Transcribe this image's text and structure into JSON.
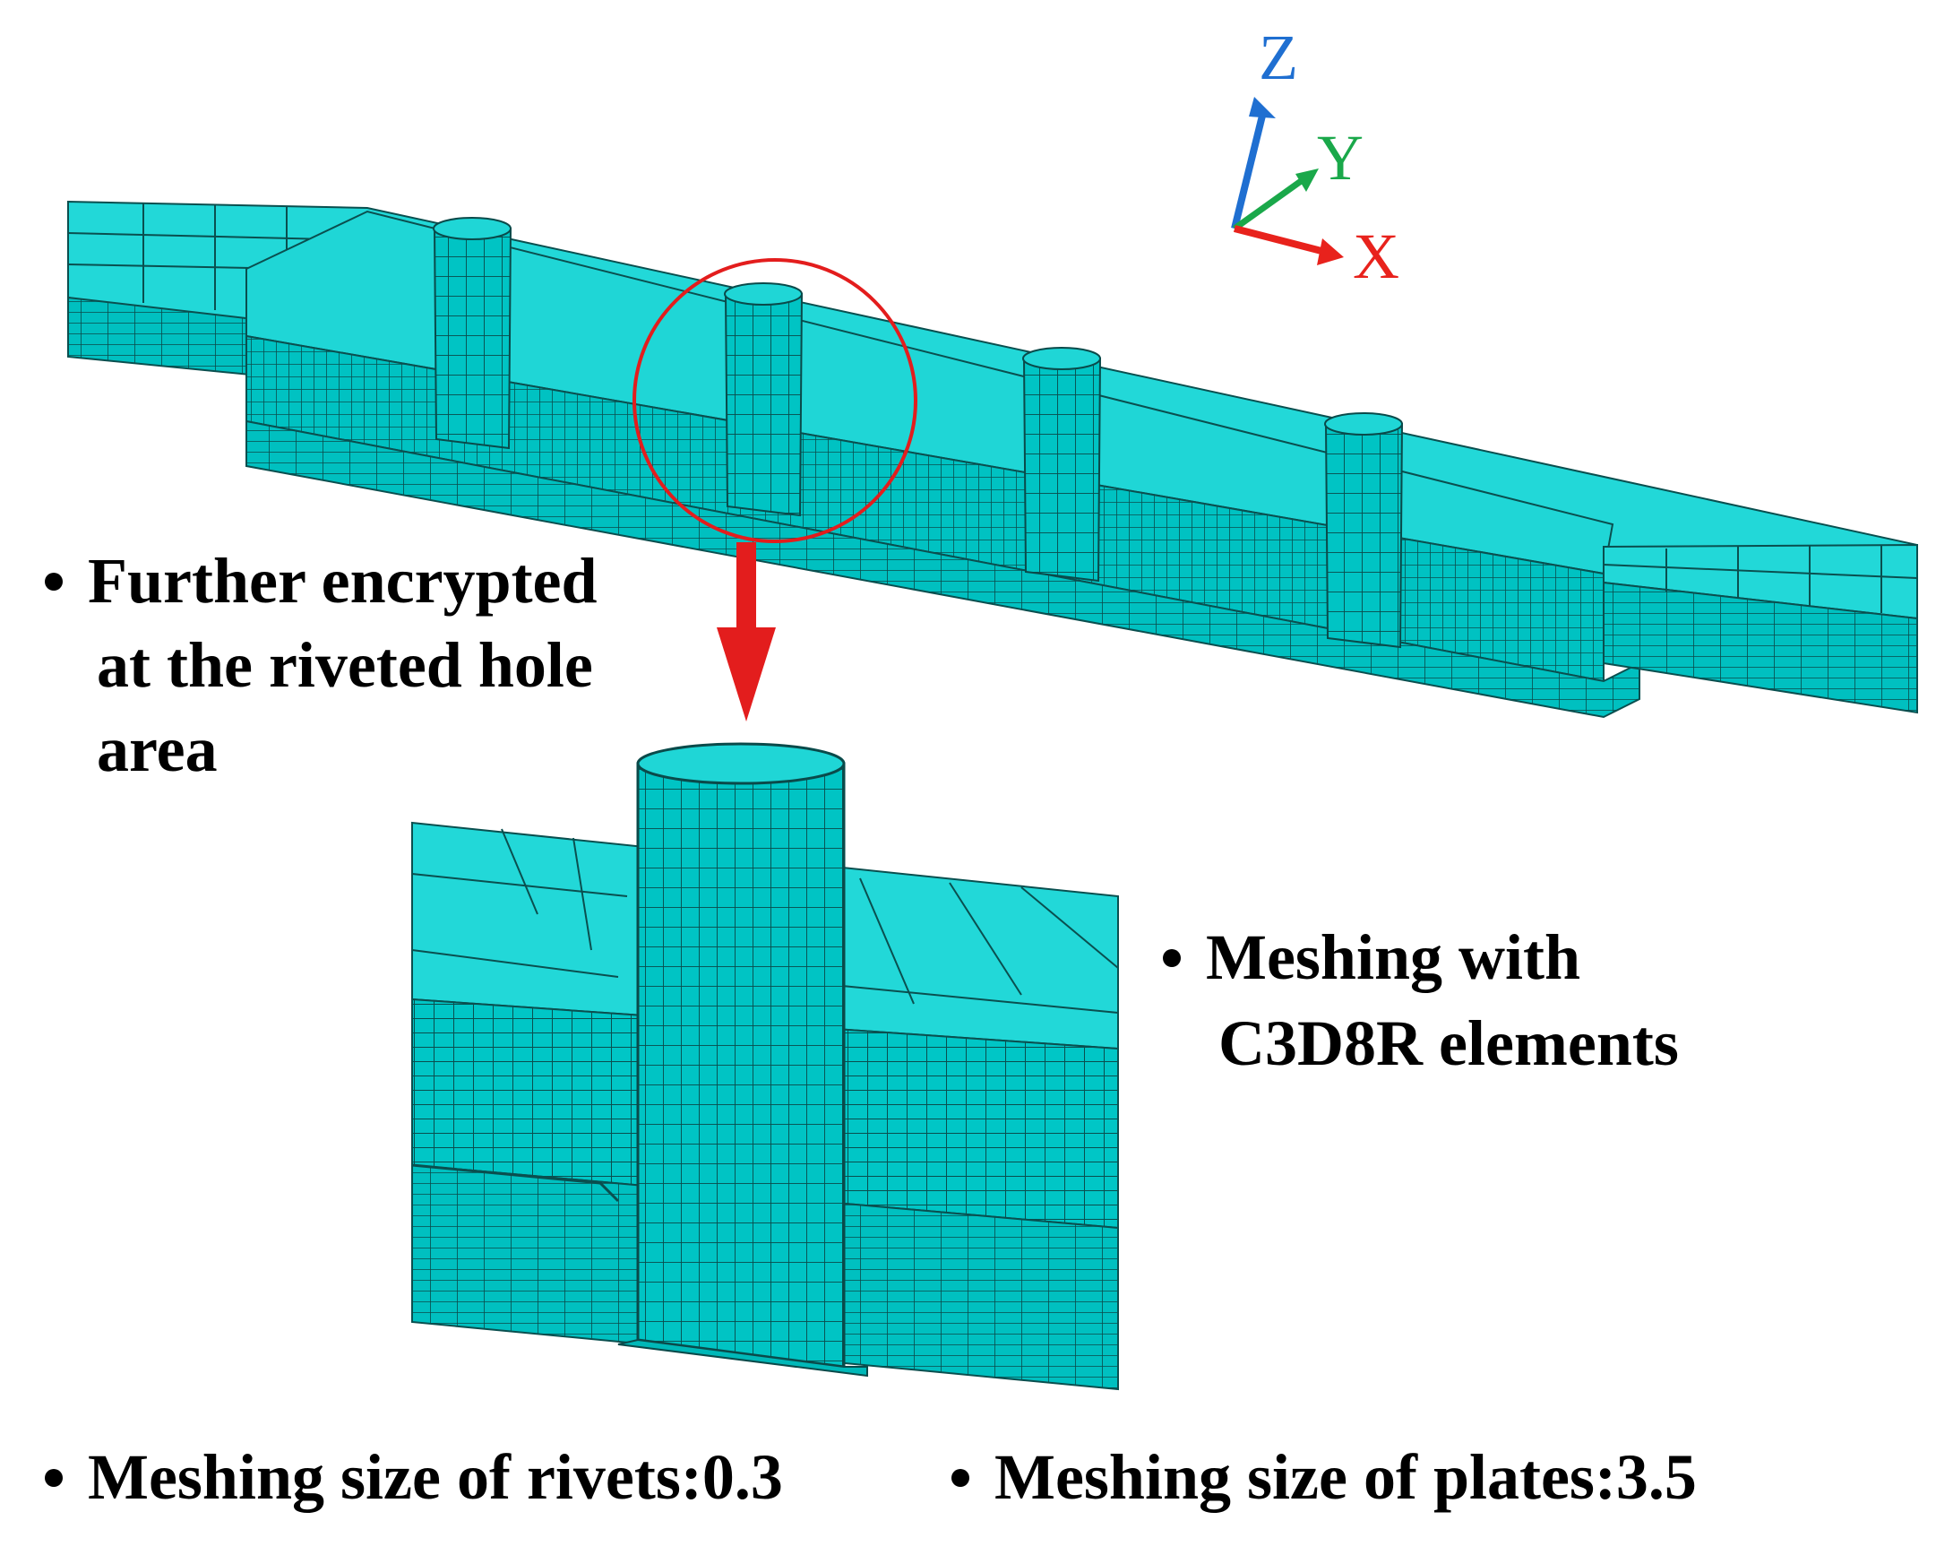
{
  "axes": {
    "z_label": "Z",
    "y_label": "Y",
    "x_label": "X",
    "z_color": "#1f6fd1",
    "y_color": "#1aa84a",
    "x_color": "#e8221c"
  },
  "annotations": {
    "encrypted_lines": [
      "Further encrypted",
      "at the riveted hole",
      "area"
    ],
    "element_lines": [
      "Meshing with",
      "C3D8R elements"
    ],
    "rivet_size": "Meshing size of rivets:0.3",
    "plate_size": "Meshing size of plates:3.5"
  },
  "colors": {
    "mesh_fill": "#00c6c6",
    "mesh_top": "#1fd6d6",
    "mesh_line": "#004a4a",
    "highlight": "#e31d1d"
  }
}
